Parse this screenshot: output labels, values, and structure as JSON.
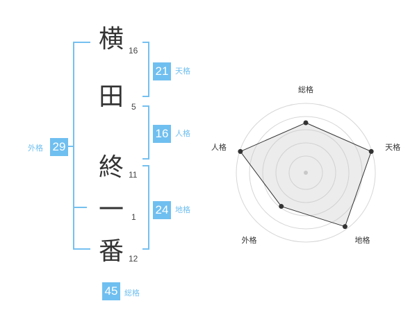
{
  "name_chars": [
    {
      "char": "横",
      "strokes": "16"
    },
    {
      "char": "田",
      "strokes": "5"
    },
    {
      "char": "終",
      "strokes": "11"
    },
    {
      "char": "一",
      "strokes": "1"
    },
    {
      "char": "番",
      "strokes": "12"
    }
  ],
  "fortunes": {
    "tenkaku": {
      "value": "21",
      "label": "天格"
    },
    "jinkaku": {
      "value": "16",
      "label": "人格"
    },
    "chikaku": {
      "value": "24",
      "label": "地格"
    },
    "gaikaku": {
      "value": "29",
      "label": "外格"
    },
    "soukaku": {
      "value": "45",
      "label": "総格"
    }
  },
  "colors": {
    "accent": "#6fbff0",
    "text": "#333333"
  },
  "chart_data": {
    "type": "radar",
    "axes": [
      "総格",
      "天格",
      "地格",
      "外格",
      "人格"
    ],
    "values": [
      0.72,
      0.99,
      0.96,
      0.6,
      0.99
    ],
    "rings": 4,
    "range": [
      0,
      1
    ]
  }
}
